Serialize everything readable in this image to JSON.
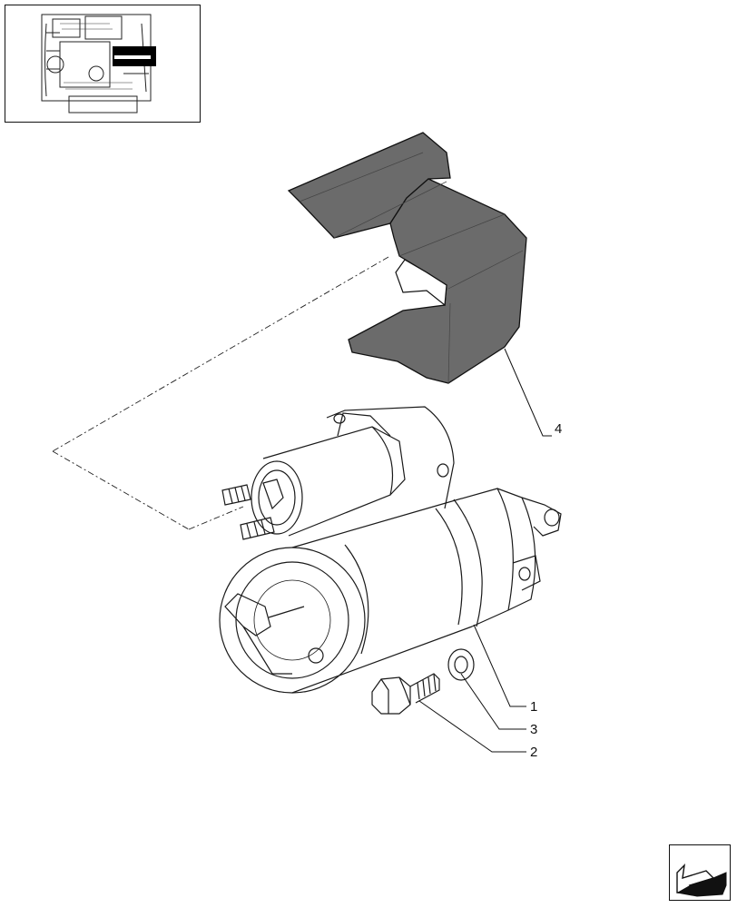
{
  "callouts": {
    "part_1": "1",
    "part_2": "2",
    "part_3": "3",
    "part_4": "4"
  },
  "icons": {
    "thumbnail": "engine-locator-thumbnail-icon",
    "navigation": "next-page-arrow-icon"
  },
  "colors": {
    "line": "#1a1a1a",
    "cover_fill": "#6b6b6b",
    "highlight": "#000000"
  }
}
